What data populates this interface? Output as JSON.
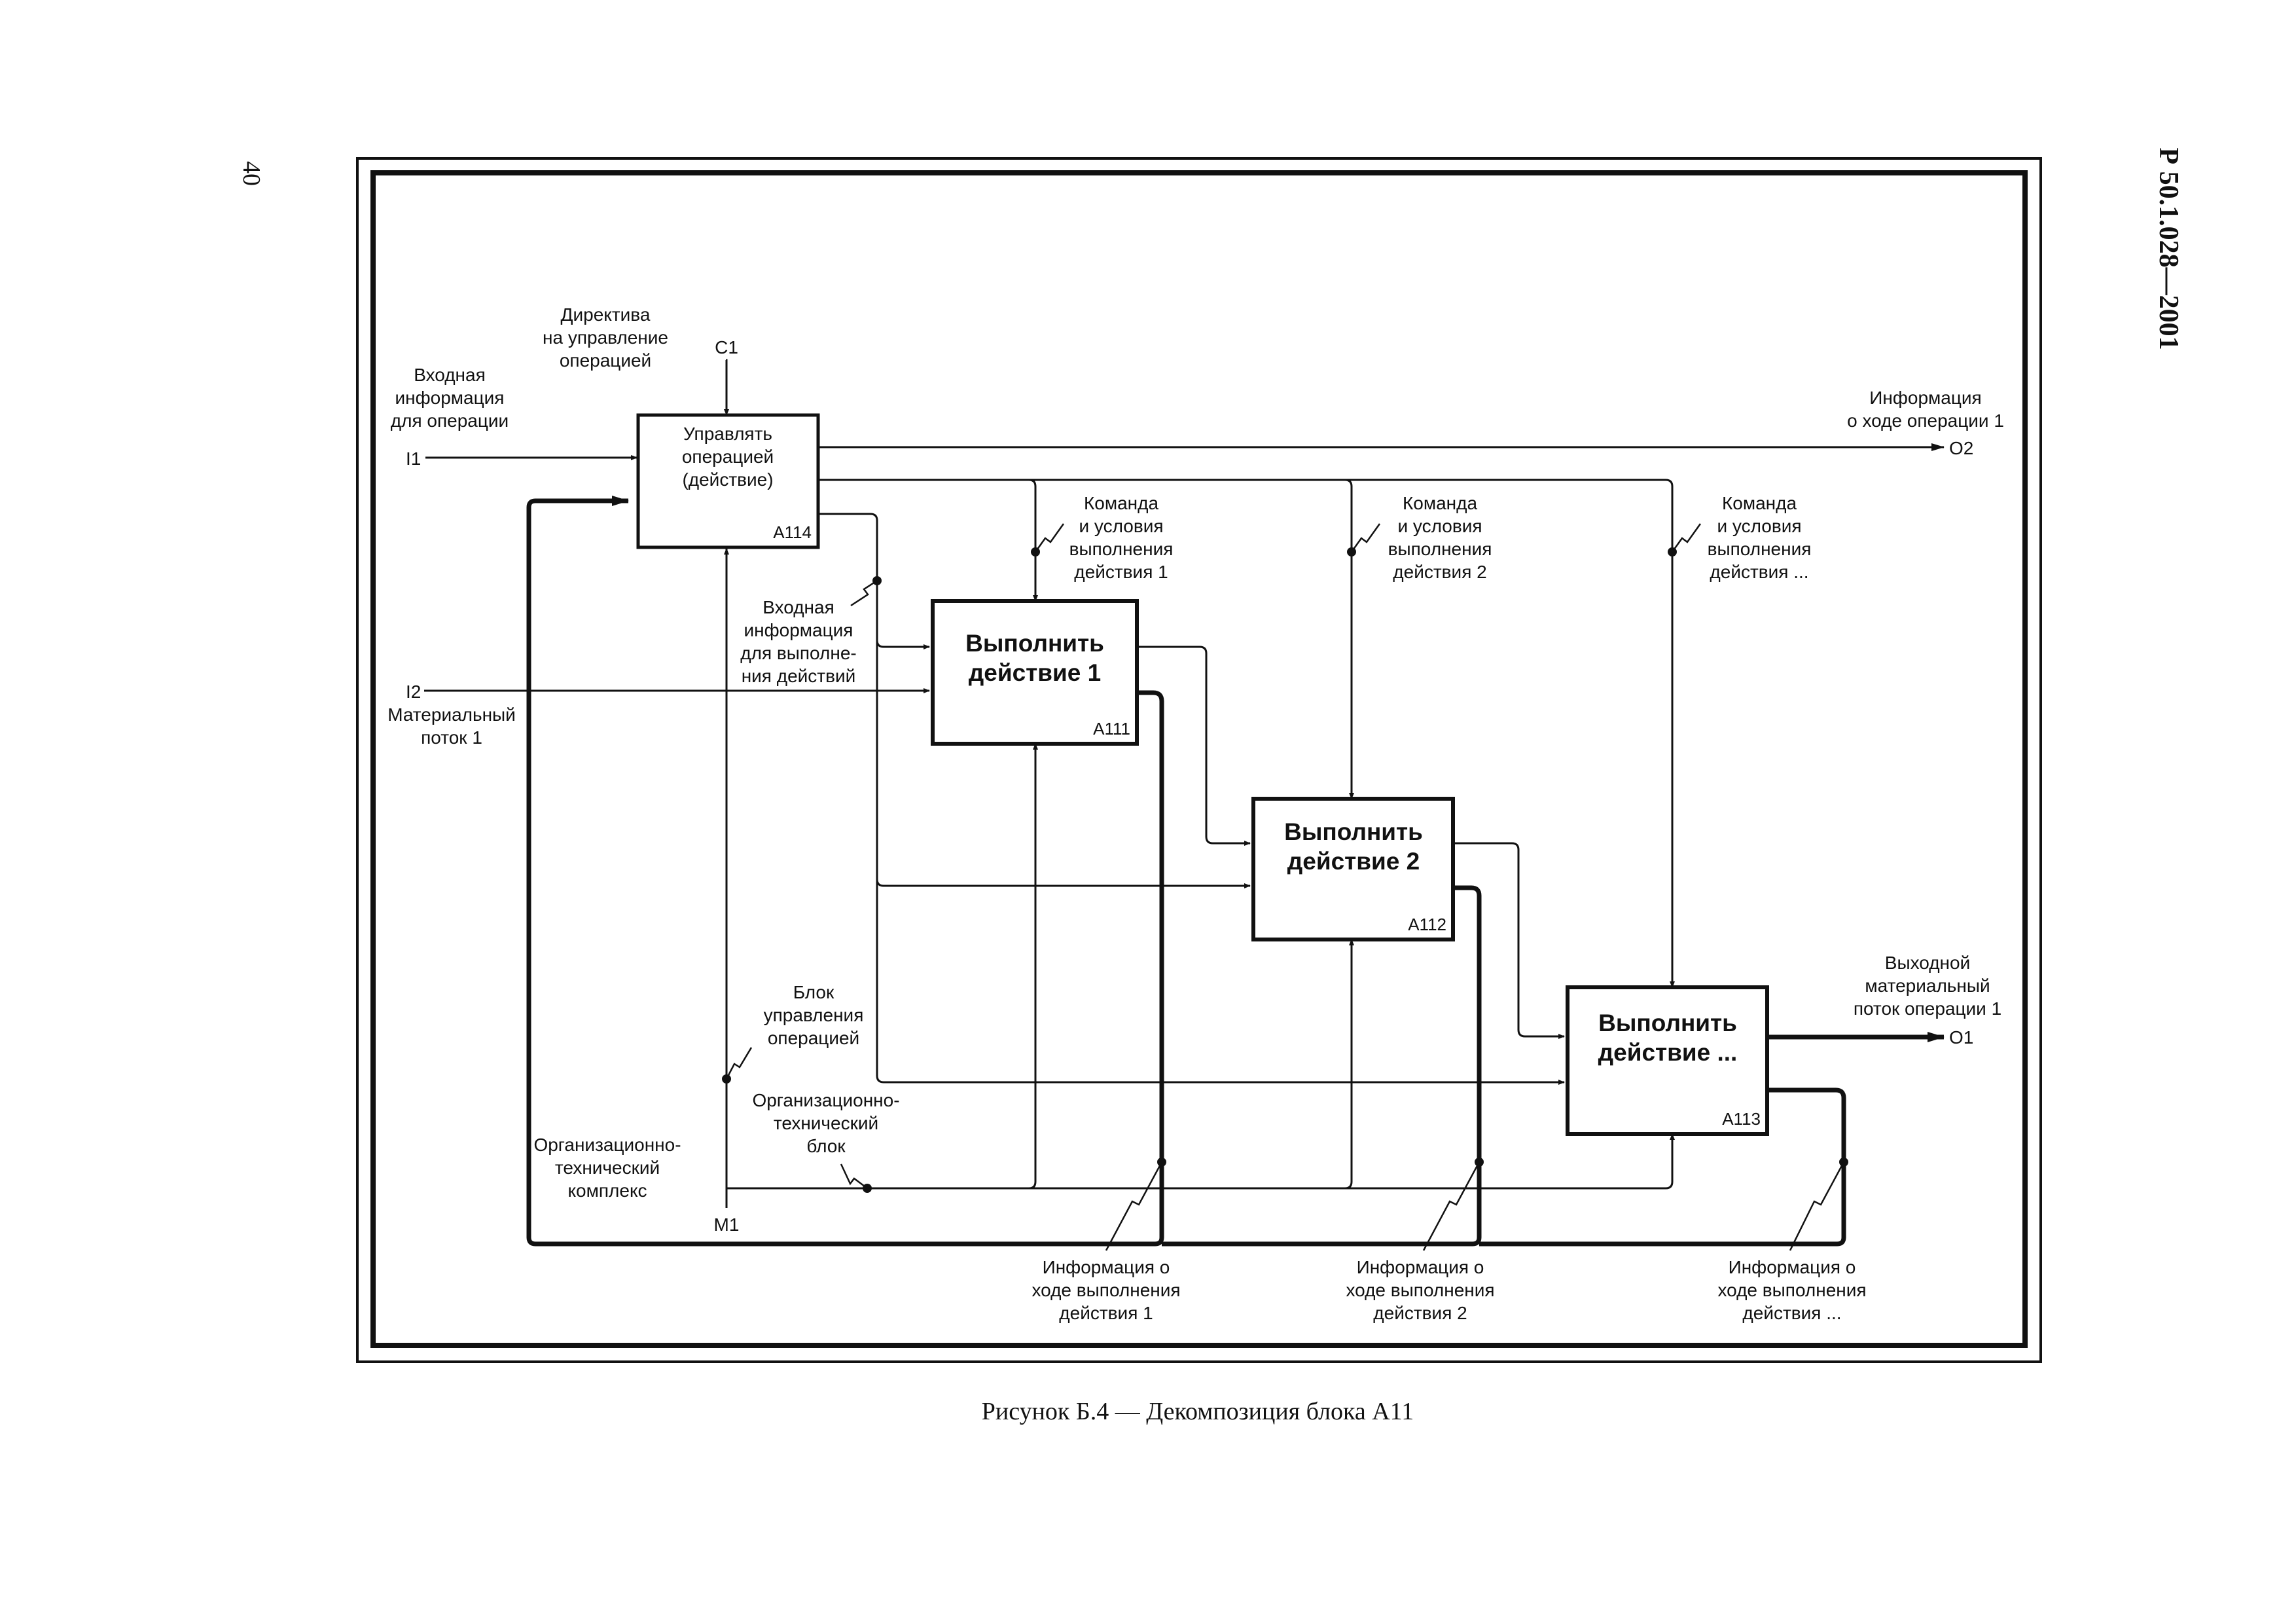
{
  "page": {
    "number": "40",
    "standard": "Р 50.1.028—2001",
    "caption": "Рисунок Б.4 — Декомпозиция блока А11"
  },
  "blocks": {
    "a114": {
      "lines": [
        "Управлять",
        "операцией",
        "(действие)"
      ],
      "code": "А114"
    },
    "a111": {
      "lines": [
        "Выполнить",
        "действие 1"
      ],
      "code": "А111"
    },
    "a112": {
      "lines": [
        "Выполнить",
        "действие 2"
      ],
      "code": "А112"
    },
    "a113": {
      "lines": [
        "Выполнить",
        "действие ..."
      ],
      "code": "А113"
    }
  },
  "labels": {
    "i1": "I1",
    "i2": "I2",
    "c1": "C1",
    "m1": "M1",
    "o1": "O1",
    "o2": "O2",
    "input_info": [
      "Входная",
      "информация",
      "для операции"
    ],
    "directive": [
      "Директива",
      "на управление",
      "операцией"
    ],
    "material_flow": [
      "Материальный",
      "поток 1"
    ],
    "info_progress_1": [
      "Информация",
      "о ходе операции 1"
    ],
    "cmd_1": [
      "Команда",
      "и условия",
      "выполнения",
      "действия 1"
    ],
    "cmd_2": [
      "Команда",
      "и условия",
      "выполнения",
      "действия 2"
    ],
    "cmd_n": [
      "Команда",
      "и условия",
      "выполнения",
      "действия ..."
    ],
    "input_actions": [
      "Входная",
      "информация",
      "для выполне-",
      "ния действий"
    ],
    "output_material": [
      "Выходной",
      "материальный",
      "поток операции 1"
    ],
    "control_block": [
      "Блок",
      "управления",
      "операцией"
    ],
    "org_tech_block": [
      "Организационно-",
      "технический",
      "блок"
    ],
    "org_tech_complex": [
      "Организационно-",
      "технический",
      "комплекс"
    ],
    "fb_1": [
      "Информация о",
      "ходе выполнения",
      "действия 1"
    ],
    "fb_2": [
      "Информация о",
      "ходе выполнения",
      "действия 2"
    ],
    "fb_n": [
      "Информация о",
      "ходе выполнения",
      "действия ..."
    ]
  }
}
